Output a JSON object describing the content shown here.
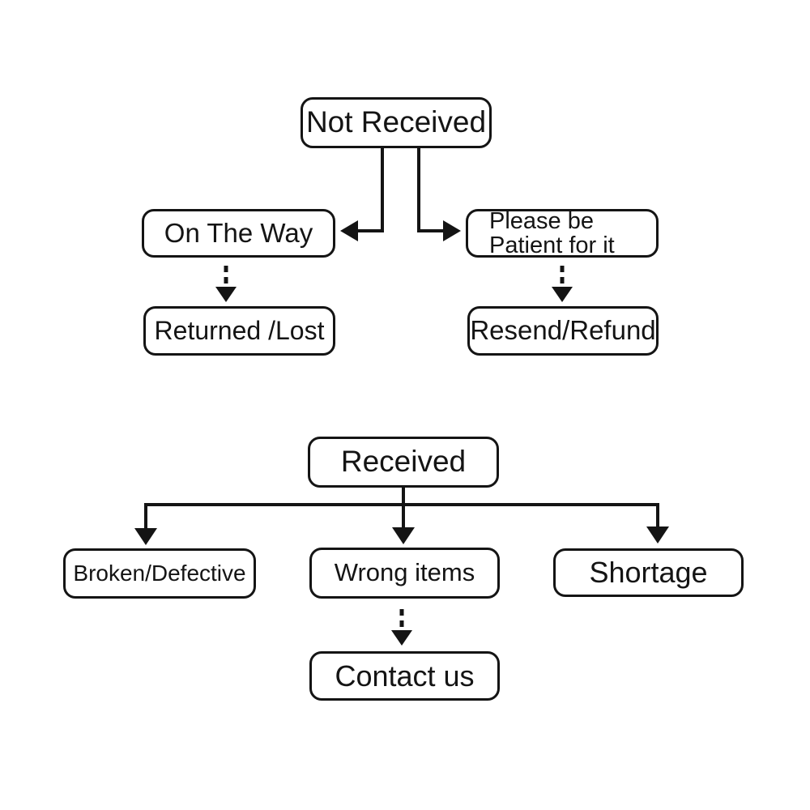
{
  "diagram": {
    "type": "flowchart",
    "background_color": "#ffffff",
    "line_color": "#141414",
    "box_fill_color": "#ffffff",
    "box_border_color": "#141414",
    "text_color": "#141414",
    "nodes": {
      "not_received": {
        "label": "Not Received"
      },
      "on_the_way": {
        "label": "On The Way"
      },
      "please_patient": {
        "label": "Please be Patient for it",
        "line1": "Please be",
        "line2": "Patient for it"
      },
      "returned_lost": {
        "label": "Returned /Lost"
      },
      "resend_refund": {
        "label": "Resend/Refund"
      },
      "received": {
        "label": "Received"
      },
      "broken_defective": {
        "label": "Broken/Defective"
      },
      "wrong_items": {
        "label": "Wrong items"
      },
      "shortage": {
        "label": "Shortage"
      },
      "contact_us": {
        "label": "Contact us"
      }
    },
    "edges": [
      {
        "from": "Not Received",
        "to": "On The Way",
        "style": "solid-arrow"
      },
      {
        "from": "Not Received",
        "to": "Please be Patient for it",
        "style": "solid-arrow"
      },
      {
        "from": "On The Way",
        "to": "Returned /Lost",
        "style": "dotted-arrow"
      },
      {
        "from": "Please be Patient for it",
        "to": "Resend/Refund",
        "style": "dotted-arrow"
      },
      {
        "from": "Received",
        "to": "Broken/Defective",
        "style": "solid-arrow"
      },
      {
        "from": "Received",
        "to": "Wrong items",
        "style": "solid-arrow"
      },
      {
        "from": "Received",
        "to": "Shortage",
        "style": "solid-arrow"
      },
      {
        "from": "Wrong items",
        "to": "Contact us",
        "style": "dotted-arrow"
      }
    ]
  }
}
